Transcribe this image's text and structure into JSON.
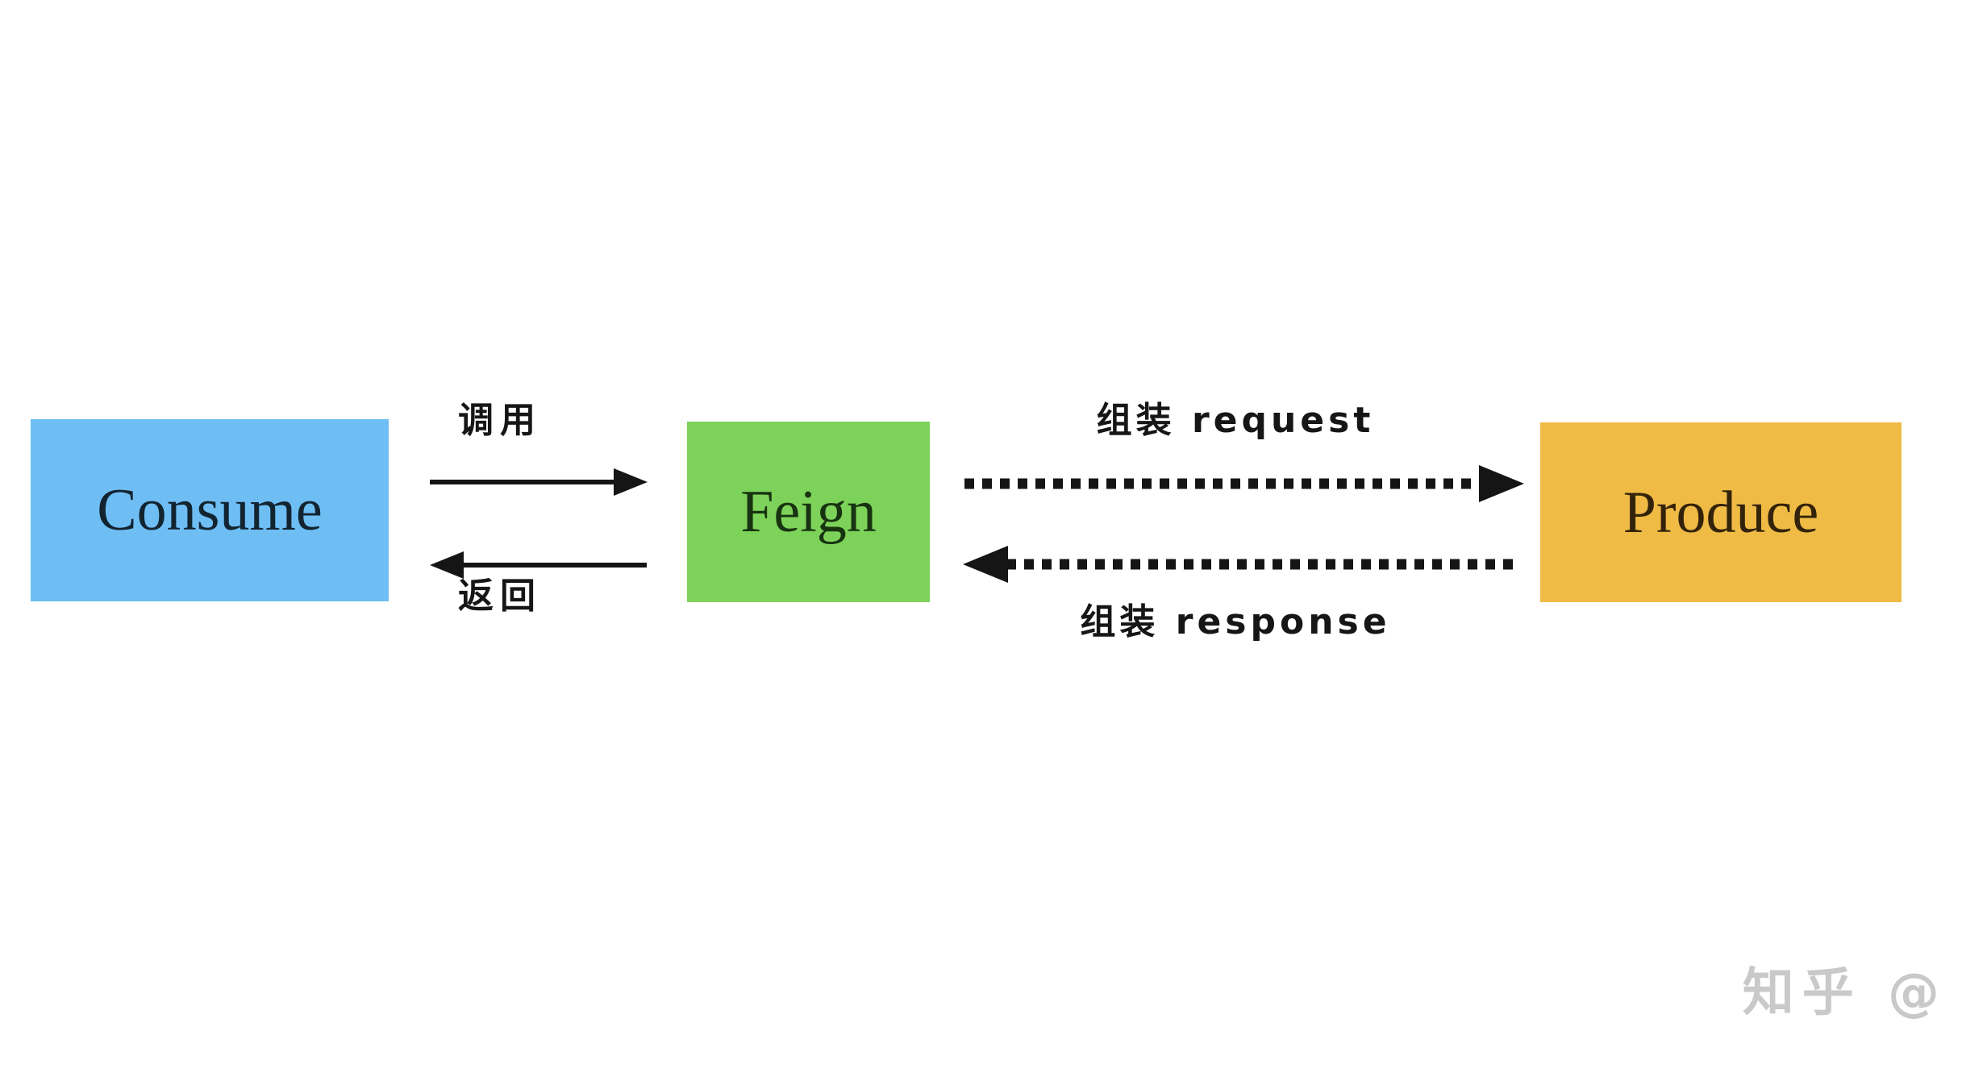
{
  "diagram": {
    "nodes": [
      {
        "id": "consume",
        "label": "Consume",
        "color": "#6ebef4",
        "text_color": "#122430"
      },
      {
        "id": "feign",
        "label": "Feign",
        "color": "#7dd259",
        "text_color": "#173310"
      },
      {
        "id": "produce",
        "label": "Produce",
        "color": "#efbb45",
        "text_color": "#33230a"
      }
    ],
    "edges": [
      {
        "id": "call",
        "label": "调用",
        "from": "Consume",
        "to": "Feign",
        "style": "solid",
        "direction": "right"
      },
      {
        "id": "return",
        "label": "返回",
        "from": "Feign",
        "to": "Consume",
        "style": "solid",
        "direction": "left"
      },
      {
        "id": "request",
        "label": "组装 request",
        "from": "Feign",
        "to": "Produce",
        "style": "dotted",
        "direction": "right"
      },
      {
        "id": "response",
        "label": "组装 response",
        "from": "Produce",
        "to": "Feign",
        "style": "dotted",
        "direction": "left"
      }
    ],
    "arrow_color": "#151515",
    "watermark": {
      "text": "知乎 @",
      "color": "#c9c9c9"
    }
  }
}
